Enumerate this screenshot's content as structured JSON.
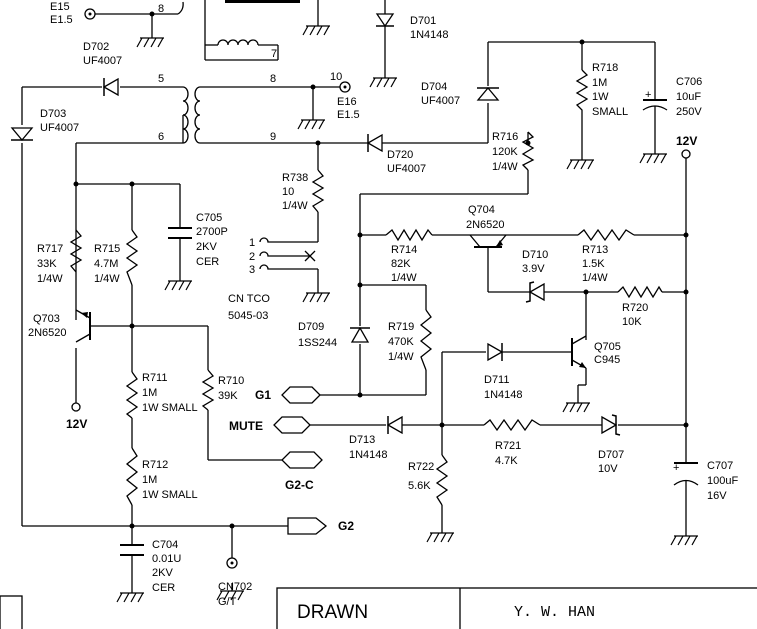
{
  "labels": {
    "e15": "E15",
    "e15_v": "E1.5",
    "p8a": "8",
    "p7": "7",
    "p5": "5",
    "p6": "6",
    "p8b": "8",
    "p10": "10",
    "p9": "9",
    "e16": "E16",
    "e16_v": "E1.5",
    "d701": "D701",
    "d701_v": "1N4148",
    "d702": "D702",
    "d702_v": "UF4007",
    "d703": "D703",
    "d703_v": "UF4007",
    "d704": "D704",
    "d704_v": "UF4007",
    "d720": "D720",
    "d720_v": "UF4007",
    "r718": "R718",
    "r718_v1": "1M",
    "r718_v2": "1W",
    "r718_v3": "SMALL",
    "c706": "C706",
    "c706_v1": "10uF",
    "c706_v2": "250V",
    "r716": "R716",
    "r716_v1": "120K",
    "r716_v2": "1/4W",
    "v12_right": "12V",
    "r738": "R738",
    "r738_v1": "10",
    "r738_v2": "1/4W",
    "c705": "C705",
    "c705_v1": "2700P",
    "c705_v2": "2KV",
    "c705_v3": "CER",
    "cn_1": "1",
    "cn_2": "2",
    "cn_3": "3",
    "cn_name": "CN TCO",
    "cn_part": "5045-03",
    "q704": "Q704",
    "q704_v": "2N6520",
    "r714": "R714",
    "r714_v1": "82K",
    "r714_v2": "1/4W",
    "r713": "R713",
    "r713_v1": "1.5K",
    "r713_v2": "1/4W",
    "d710": "D710",
    "d710_v": "3.9V",
    "r720": "R720",
    "r720_v": "10K",
    "r717": "R717",
    "r717_v1": "33K",
    "r717_v2": "1/4W",
    "r715": "R715",
    "r715_v1": "4.7M",
    "r715_v2": "1/4W",
    "q703": "Q703",
    "q703_v": "2N6520",
    "d709": "D709",
    "d709_v": "1SS244",
    "r719": "R719",
    "r719_v1": "470K",
    "r719_v2": "1/4W",
    "q705": "Q705",
    "q705_v": "C945",
    "r711": "R711",
    "r711_v1": "1M",
    "r711_v2": "1W SMALL",
    "r710": "R710",
    "r710_v": "39K",
    "g1": "G1",
    "d711": "D711",
    "d711_v": "1N4148",
    "v12_left": "12V",
    "mute": "MUTE",
    "d713": "D713",
    "d713_v": "1N4148",
    "r721": "R721",
    "r721_v": "4.7K",
    "d707": "D707",
    "d707_v": "10V",
    "c707": "C707",
    "c707_v1": "100uF",
    "c707_v2": "16V",
    "r712": "R712",
    "r712_v1": "1M",
    "r712_v2": "1W SMALL",
    "g2c": "G2-C",
    "r722": "R722",
    "r722_v": "5.6K",
    "g2": "G2",
    "c704": "C704",
    "c704_v1": "0.01U",
    "c704_v2": "2KV",
    "c704_v3": "CER",
    "cn702": "CN702",
    "cn702_v": "G/T"
  },
  "title_block": {
    "drawn_label": "DRAWN",
    "drawn_by": "Y. W. HAN"
  }
}
